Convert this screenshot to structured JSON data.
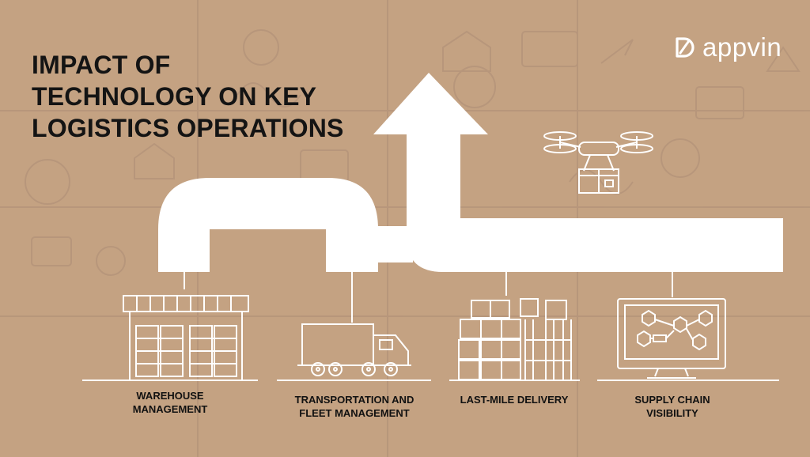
{
  "title": {
    "line1": "IMPACT OF",
    "line2": "TECHNOLOGY ON KEY",
    "line3": "LOGISTICS OPERATIONS"
  },
  "logo": {
    "text": "appvin",
    "icon": "appvin-logo-icon"
  },
  "operations": [
    {
      "line1": "WAREHOUSE",
      "line2": "MANAGEMENT",
      "icon": "warehouse-icon"
    },
    {
      "line1": "TRANSPORTATION AND",
      "line2": "FLEET MANAGEMENT",
      "icon": "truck-icon"
    },
    {
      "line1": "LAST-MILE DELIVERY",
      "line2": "",
      "icon": "stacked-boxes-icon"
    },
    {
      "line1": "SUPPLY CHAIN",
      "line2": "VISIBILITY",
      "icon": "monitor-network-icon"
    }
  ],
  "extra_icons": [
    "delivery-drone-icon"
  ],
  "colors": {
    "background": "#c4a282",
    "pattern": "#b8977a",
    "arrow": "#ffffff",
    "title_text": "#141414"
  }
}
